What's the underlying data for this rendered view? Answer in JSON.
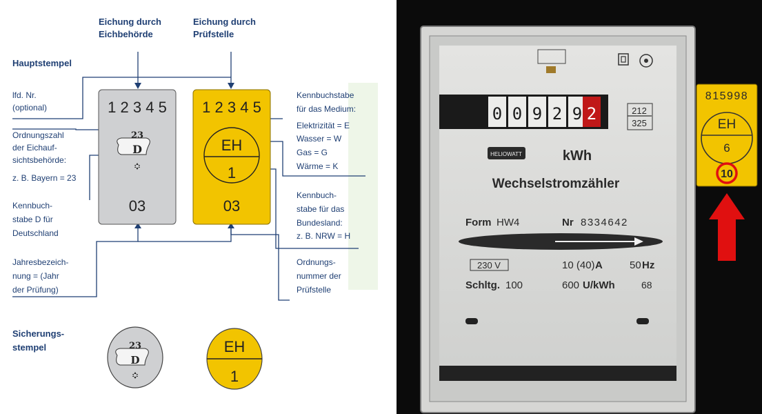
{
  "left": {
    "col_headers": {
      "authority": [
        "Eichung durch",
        "Eichbehörde"
      ],
      "test_center": [
        "Eichung durch",
        "Prüfstelle"
      ]
    },
    "section_main": "Hauptstempel",
    "section_security": [
      "Sicherungs-",
      "stempel"
    ],
    "left_labels": {
      "lfd": [
        "lfd. Nr.",
        "(optional)"
      ],
      "ordnungszahl": [
        "Ordnungszahl",
        "der Eichauf-",
        "sichtsbehörde:",
        "z. B. Bayern = 23"
      ],
      "kennbuchstabe_d": [
        "Kennbuch-",
        "stabe D für",
        "Deutschland"
      ],
      "jahres": [
        "Jahresbezeich-",
        "nung = (Jahr",
        "der Prüfung)"
      ]
    },
    "right_labels": {
      "medium": [
        "Kennbuchstabe",
        "für das Medium:",
        "Elektrizität = E",
        "Wasser = W",
        "Gas = G",
        "Wärme = K"
      ],
      "bundesland": [
        "Kennbuch-",
        "stabe für das",
        "Bundesland:",
        "z. B. NRW = H"
      ],
      "pruefstelle": [
        "Ordnungs-",
        "nummer der",
        "Prüfstelle"
      ]
    },
    "grey_stamp": {
      "digits": "1 2 3 4 5",
      "authority_no": "23",
      "country_letter": "D",
      "year": "03"
    },
    "yellow_stamp": {
      "digits": "1 2 3 4 5",
      "medium": "EH",
      "number": "1",
      "year": "03"
    },
    "security_grey": {
      "authority_no": "23",
      "country_letter": "D"
    },
    "security_yellow": {
      "medium": "EH",
      "number": "1"
    }
  },
  "meter": {
    "counter_digits": [
      "0",
      "0",
      "9",
      "2",
      "9",
      "2"
    ],
    "rev_numbers": [
      "212",
      "325"
    ],
    "brand": "HELIOWATT",
    "unit": "kWh",
    "title": "Wechselstromzähler",
    "form_label": "Form",
    "form_value": "HW4",
    "nr_label": "Nr",
    "nr_value": "8334642",
    "voltage": "230 V",
    "current_value": "10 (40)",
    "current_unit": "A",
    "freq_value": "50",
    "freq_unit": "Hz",
    "schltg_label": "Schltg.",
    "schltg_value": "100",
    "rev_value": "600",
    "rev_unit": "U/kWh",
    "year_code": "68",
    "seal": {
      "serial": "815998",
      "medium": "EH",
      "number": "6",
      "year": "10"
    },
    "colors": {
      "seal_yellow": "#f2c400",
      "highlight_red": "#e01010"
    }
  }
}
